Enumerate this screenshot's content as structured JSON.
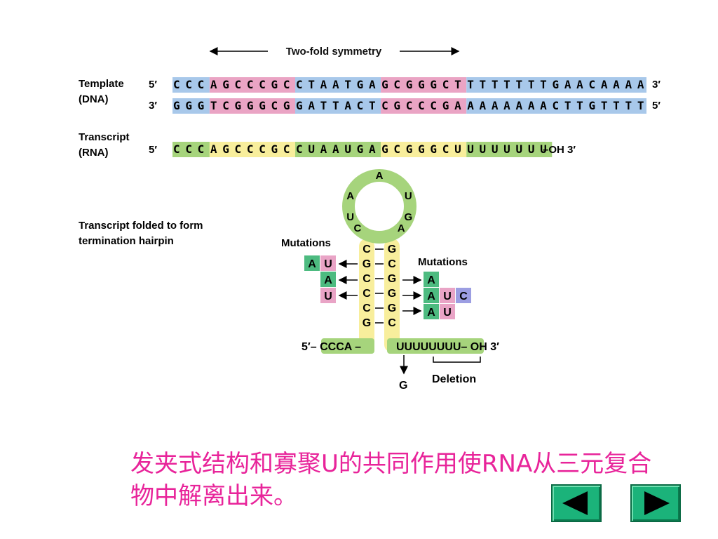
{
  "symmetry_label": "Two-fold symmetry",
  "template": {
    "label_line1": "Template",
    "label_line2": "(DNA)",
    "top_5": "5′",
    "top_3": "3′",
    "bottom_3": "3′",
    "bottom_5": "5′",
    "top_segments": [
      "CCC",
      "AGCCCGC",
      "CTAATGA",
      "GCGGGCT",
      "TTTTTTTGAACAAAA"
    ],
    "bottom_segments": [
      "GGG",
      "TCGGGCG",
      "GATTACT",
      "CGCCCGA",
      "AAAAAAACTTGTTTT"
    ]
  },
  "transcript": {
    "label_line1": "Transcript",
    "label_line2": "(RNA)",
    "five": "5′",
    "segments": [
      "CCC",
      "AGCCCGC",
      "CUAAUGA",
      "GCGGGCU",
      "UUUUUUU"
    ],
    "tail": "–OH 3′"
  },
  "hairpin": {
    "label_line1": "Transcript folded to form",
    "label_line2": "termination hairpin",
    "mutations_left": "Mutations",
    "mutations_right": "Mutations",
    "loop_letters": [
      "C",
      "U",
      "A",
      "A",
      "U",
      "G",
      "A"
    ],
    "stem_left": [
      "C",
      "G",
      "C",
      "C",
      "C",
      "G"
    ],
    "stem_right": [
      "G",
      "C",
      "G",
      "G",
      "G",
      "C"
    ],
    "bottom_left": "5′– CCCA –",
    "bottom_right": "UUUUUUUU– OH 3′",
    "left_mut": [
      [
        "A",
        "U"
      ],
      [
        "A"
      ],
      [
        "U"
      ]
    ],
    "right_mut": [
      [
        "A"
      ],
      [
        "A",
        "U",
        "C"
      ],
      [
        "A",
        "U"
      ]
    ],
    "g_label": "G",
    "deletion": "Deletion"
  },
  "caption": "发夹式结构和寡聚U的共同作用使RNA从三元复合物中解离出来。",
  "colors": {
    "blue": "#a8c8ea",
    "pink": "#eaa4c4",
    "yellow": "#f8ee9c",
    "green": "#a6d47c",
    "mut_green": "#4dbb80",
    "mut_pink": "#e9a4c6",
    "mut_blue": "#9c9ee2",
    "caption": "#e8249a",
    "nav": "#1bb37a"
  },
  "icons": {
    "prev": "left-triangle-icon",
    "next": "right-triangle-icon"
  }
}
